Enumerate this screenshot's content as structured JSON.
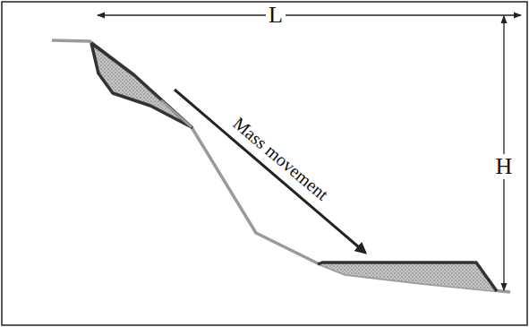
{
  "diagram": {
    "labels": [
      "L",
      "H",
      "Mass movement"
    ]
  }
}
